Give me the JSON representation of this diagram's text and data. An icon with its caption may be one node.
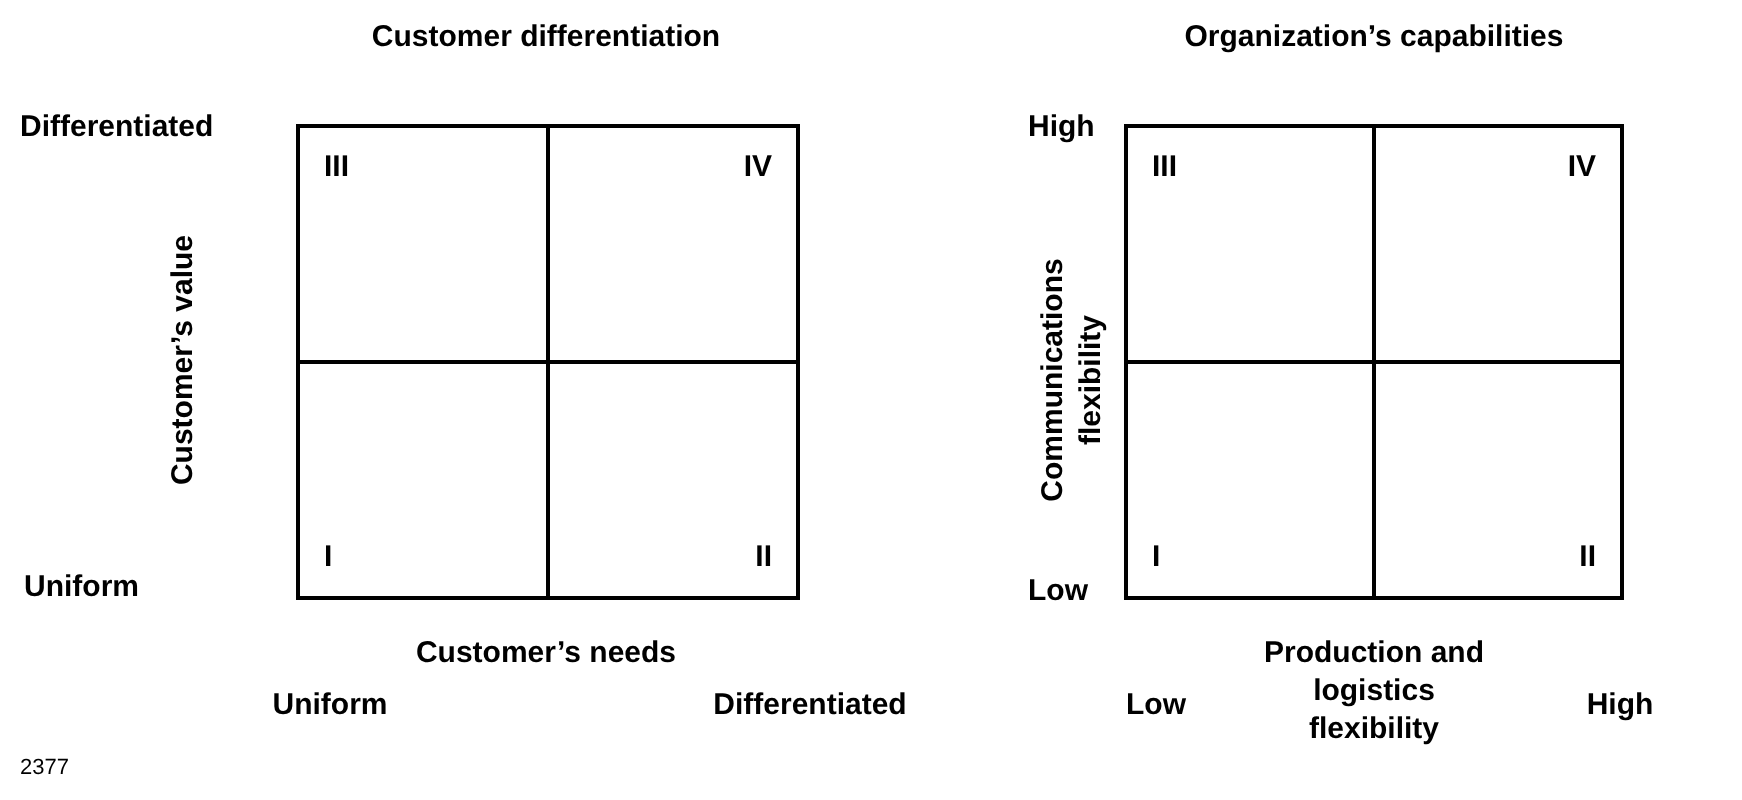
{
  "diagram": {
    "nodes": [
      {
        "text": [],
        "shape": "box"
      },
      {
        "text": [
          "III"
        ],
        "in": 0
      },
      {
        "text": [
          "IV"
        ],
        "in": 0
      },
      {
        "text": [
          "I"
        ],
        "in": 0
      },
      {
        "text": [
          "II"
        ],
        "in": 0
      },
      {
        "text": [],
        "shape": "box"
      },
      {
        "text": [
          "III"
        ],
        "in": 5
      },
      {
        "text": [
          "IV"
        ],
        "in": 5
      },
      {
        "text": [
          "I"
        ],
        "in": 5
      },
      {
        "text": [
          "II"
        ],
        "in": 5
      }
    ],
    "labels": [
      "Customer differentiation",
      "Organization’s capabilities",
      "Differentiated",
      "High",
      "Customer’s value",
      "Communications flexibility",
      "Uniform",
      "Low",
      "Customer’s needs",
      "Production and logistics flexibility",
      "Uniform",
      "Differentiated",
      "Low",
      "High",
      "2377"
    ]
  }
}
